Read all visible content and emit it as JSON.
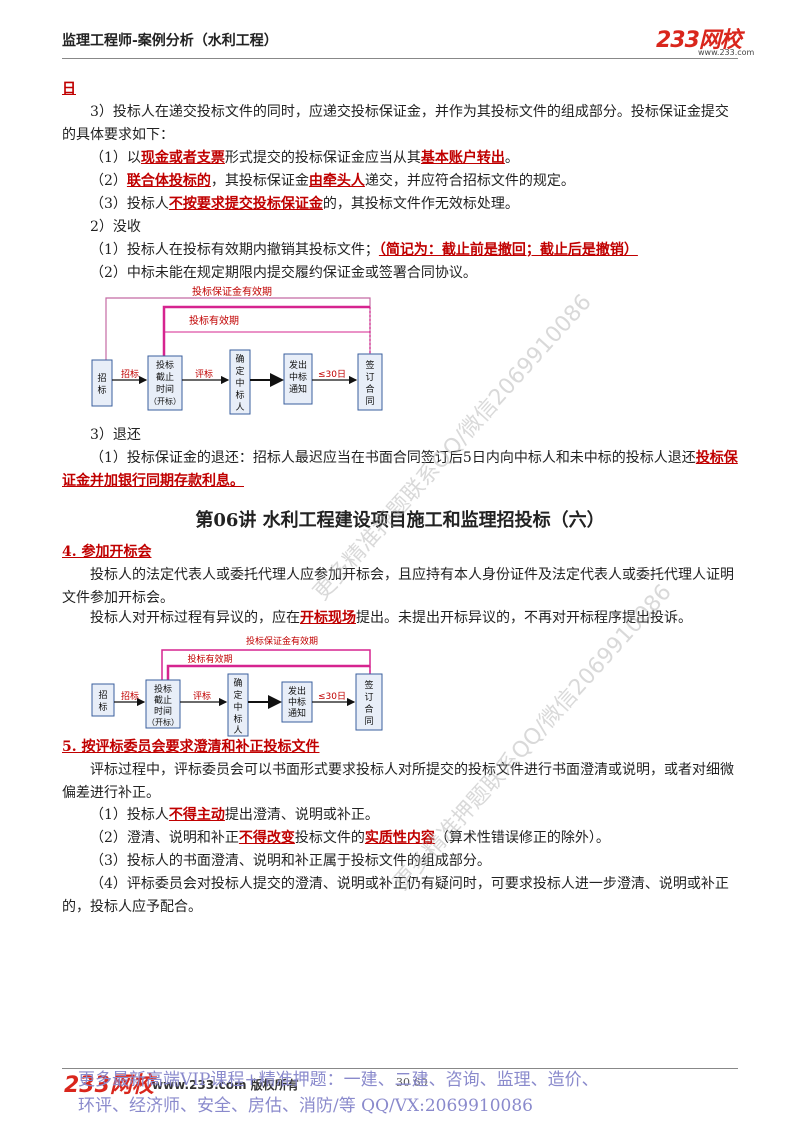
{
  "header": {
    "title": "监理工程师-案例分析（水利工程）",
    "logo_main": "233网校",
    "logo_sub": "www.233.com"
  },
  "top": {
    "carry": "日",
    "p3_head": "3）投标人在递交投标文件的同时，应递交投标保证金，并作为其投标文件的组成部分。投标保证金提交的具体要求如下：",
    "i1_a": "（1）以",
    "i1_b": "现金或者支票",
    "i1_c": "形式提交的投标保证金应当从其",
    "i1_d": "基本账户转出",
    "i1_e": "。",
    "i2_a": "（2）",
    "i2_b": "联合体投标的",
    "i2_c": "，其投标保证金",
    "i2_d": "由牵头人",
    "i2_e": "递交，并应符合招标文件的规定。",
    "i3_a": "（3）投标人",
    "i3_b": "不按要求提交投标保证金",
    "i3_c": "的，其投标文件作无效标处理。",
    "s2": "2）没收",
    "m1_a": "（1）投标人在投标有效期内撤销其投标文件；",
    "m1_b": "（简记为：截止前是撤回；截止后是撤销）",
    "m2": "（2）中标未能在规定期限内提交履约保证金或签署合同协议。",
    "s3": "3）退还",
    "r1_a": "（1）投标保证金的退还：招标人最迟应当在书面合同签订后5日内向中标人和未中标的投标人退还",
    "r1_b": "投标保证金并加银行同期存款利息。"
  },
  "diagram": {
    "label_bond": "投标保证金有效期",
    "label_valid": "投标有效期",
    "box1": [
      "招",
      "标"
    ],
    "box2": [
      "投标",
      "截止",
      "时间",
      "（开标）"
    ],
    "box3": [
      "确",
      "定",
      "中",
      "标",
      "人"
    ],
    "box4": [
      "发出",
      "中标",
      "通知"
    ],
    "box5": [
      "签",
      "订",
      "合",
      "同"
    ],
    "arrow1": "招标",
    "arrow2": "评标",
    "arrow4": "≤30日"
  },
  "section": {
    "heading": "第06讲  水利工程建设项目施工和监理招投标（六）",
    "h4": "4. 参加开标会",
    "h4_p1": "投标人的法定代表人或委托代理人应参加开标会，且应持有本人身份证件及法定代表人或委托代理人证明文件参加开标会。",
    "h4_p2_a": "投标人对开标过程有异议的，应在",
    "h4_p2_b": "开标现场",
    "h4_p2_c": "提出。未提出开标异议的，不再对开标程序提出投诉。",
    "h5": "5. 按评标委员会要求澄清和补正投标文件",
    "h5_p1": "评标过程中，评标委员会可以书面形式要求投标人对所提交的投标文件进行书面澄清或说明，或者对细微偏差进行补正。",
    "c1_a": "（1）投标人",
    "c1_b": "不得主动",
    "c1_c": "提出澄清、说明或补正。",
    "c2_a": "（2）澄清、说明和补正",
    "c2_b": "不得改变",
    "c2_c": "投标文件的",
    "c2_d": "实质性内容",
    "c2_e": "（算术性错误修正的除外）。",
    "c3": "（3）投标人的书面澄清、说明和补正属于投标文件的组成部分。",
    "c4": "（4）评标委员会对投标人提交的澄清、说明或补正仍有疑问时，可要求投标人进一步澄清、说明或补正的，投标人应予配合。"
  },
  "footer": {
    "logo": "233网校",
    "url": "www.233.com 版权所有",
    "page": "30  60",
    "ad_line1": "更多最新高端VIP课程+精准押题：一建、二建、咨询、监理、造价、",
    "ad_line2": "环评、经济师、安全、房估、消防/等   QQ/VX:2069910086"
  },
  "watermark": {
    "text1": "更多精准押题联系QQ/微信2069910086",
    "text2": "更多精准押题联系QQ/微信2069910086"
  },
  "colors": {
    "accent_red": "#c00000",
    "magenta": "#d6248f",
    "box_border": "#3a5f9e",
    "box_fill": "#e8eef8"
  }
}
